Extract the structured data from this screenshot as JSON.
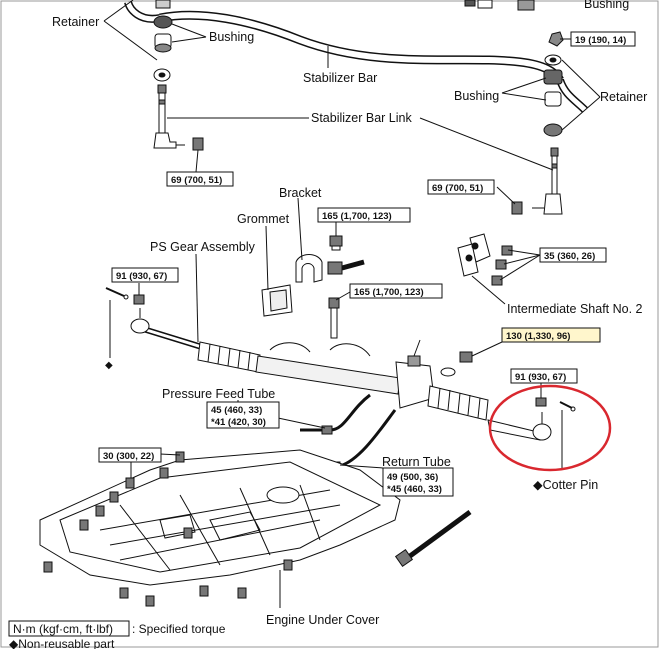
{
  "labels": {
    "retainer_left": "Retainer",
    "bushing_top": "Bushing",
    "bushing_left": "Bushing",
    "stabilizer_bar": "Stabilizer Bar",
    "stabilizer_bar_link": "Stabilizer Bar Link",
    "bushing_right": "Bushing",
    "retainer_right": "Retainer",
    "bracket": "Bracket",
    "grommet": "Grommet",
    "ps_gear_assembly": "PS Gear Assembly",
    "intermediate_shaft": "Intermediate Shaft No. 2",
    "pressure_feed_tube": "Pressure Feed Tube",
    "return_tube": "Return Tube",
    "cotter_pin": "◆Cotter Pin",
    "engine_under_cover": "Engine Under Cover"
  },
  "torques": {
    "t19": "19 (190, 14)",
    "t69_left": "69 (700, 51)",
    "t69_right": "69 (700, 51)",
    "t165_a": "165 (1,700, 123)",
    "t165_b": "165 (1,700, 123)",
    "t35": "35 (360, 26)",
    "t91_left": "91 (930, 67)",
    "t130": "130 (1,330, 96)",
    "t91_right": "91 (930, 67)",
    "t45_line1": "45 (460, 33)",
    "t45_line2": "*41 (420, 30)",
    "t30": "30 (300, 22)",
    "t49_line1": "49 (500, 36)",
    "t49_line2": "*45 (460, 33)"
  },
  "legend": {
    "torque_unit": "N·m (kgf·cm, ft·lbf)",
    "torque_desc": ": Specified torque",
    "nonreusable": "◆Non-reusable part"
  },
  "colors": {
    "highlight_circle": "#d9282f",
    "highlight_box_fill": "#fff6cc",
    "line": "#111111"
  }
}
